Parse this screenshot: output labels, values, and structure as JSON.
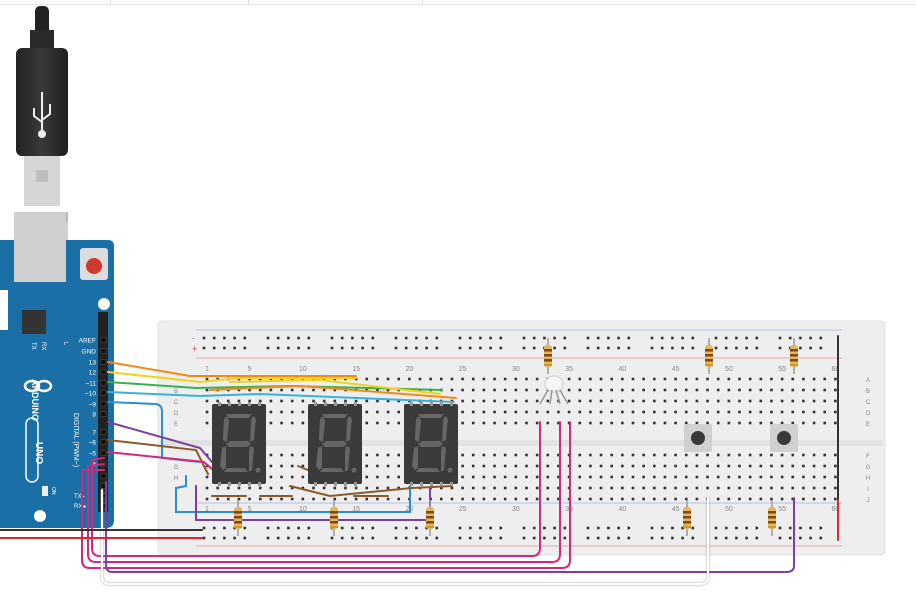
{
  "arduino": {
    "brand": "ARDUINO",
    "model": "UNO",
    "on_label": "ON",
    "l_label": "L",
    "tx_label": "TX",
    "rx_label": "RX",
    "digital_label": "DIGITAL (PWM~)",
    "tx_pin_label": "TX▸",
    "rx_pin_label": "RX◂",
    "pin_labels": [
      "AREF",
      "GND",
      "13",
      "12",
      "~11",
      "~10",
      "~9",
      "8",
      "7",
      "~6",
      "~5",
      "4"
    ]
  },
  "breadboard": {
    "column_numbers": [
      "1",
      "5",
      "10",
      "15",
      "20",
      "25",
      "30",
      "35",
      "40",
      "45",
      "50",
      "55",
      "60"
    ],
    "row_letters_top": [
      "A",
      "B",
      "C",
      "D",
      "E"
    ],
    "row_letters_bottom": [
      "F",
      "G",
      "H",
      "I",
      "J"
    ],
    "left_row_letters": [
      "B",
      "C",
      "D",
      "E",
      "G",
      "H"
    ],
    "rail_plus": "+",
    "rail_minus": "-"
  },
  "displays": [
    {
      "digit": "8",
      "dp": true
    },
    {
      "digit": "8",
      "dp": true
    },
    {
      "digit": "8",
      "dp": true
    }
  ],
  "colors": {
    "arduino_board": "#1a6fa6",
    "breadboard": "#eeeeee",
    "display_body": "#3a3a3a",
    "segment_off": "#5d5d5d",
    "wire_orange": "#f08b1a",
    "wire_yellow": "#f3d21e",
    "wire_green": "#3ab14a",
    "wire_cyan": "#39b1e0",
    "wire_blue": "#2a8fd0",
    "wire_purple": "#7b3f9c",
    "wire_brown": "#8b5a2b",
    "wire_magenta": "#d4287f",
    "wire_red": "#e0282a",
    "wire_black": "#333333",
    "wire_white": "#ffffff"
  }
}
